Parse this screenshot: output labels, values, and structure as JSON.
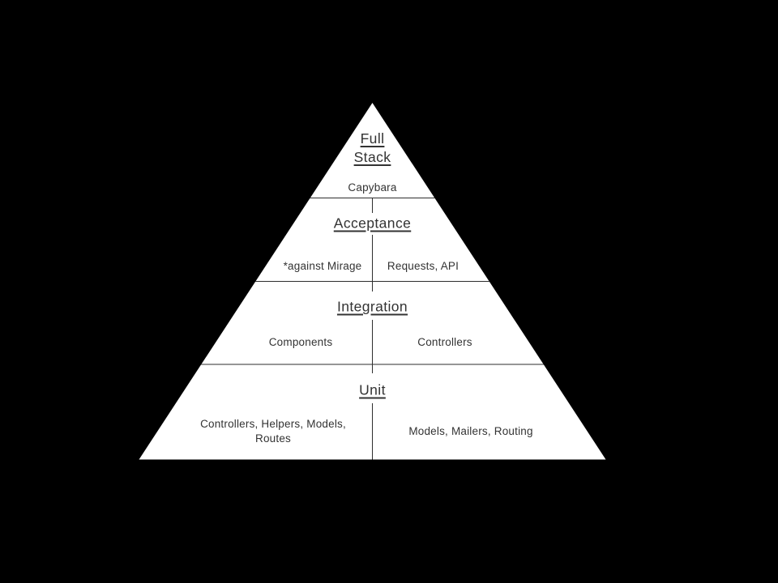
{
  "slide": {
    "background_color": "#000000",
    "pyramid_fill": "#ffffff",
    "line_color": "#2e2e2e",
    "text_color": "#333333"
  },
  "pyramid": {
    "name": "testing-pyramid",
    "levels": [
      {
        "title": "Full\nStack",
        "center_label": "Capybara"
      },
      {
        "title": "Acceptance",
        "left_label": "*against Mirage",
        "right_label": "Requests, API"
      },
      {
        "title": "Integration",
        "left_label": "Components",
        "right_label": "Controllers"
      },
      {
        "title": "Unit",
        "left_label": "Controllers, Helpers, Models,\nRoutes",
        "right_label": "Models, Mailers, Routing"
      }
    ]
  }
}
